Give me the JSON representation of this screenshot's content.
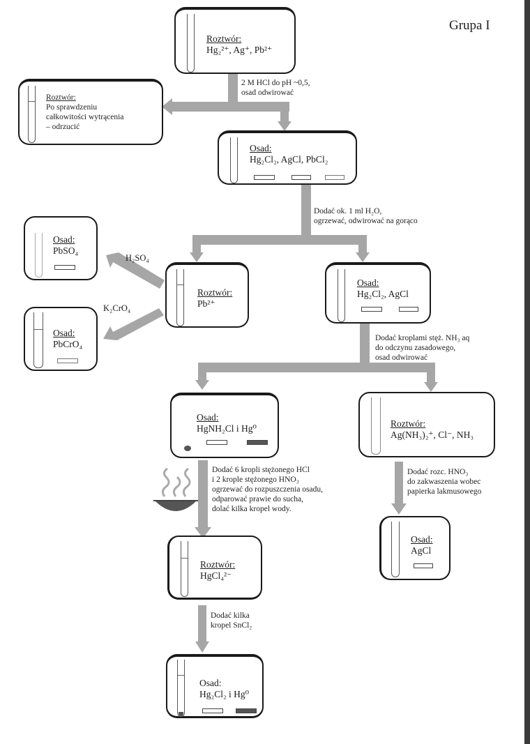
{
  "title": "Grupa I",
  "boxes": {
    "start": {
      "header": "Roztwór:",
      "content": "Hg₂²⁺, Ag⁺, Pb²⁺"
    },
    "discard": {
      "header": "Roztwór:",
      "line1": "Po sprawdzeniu",
      "line2": "całkowitości wytrącenia",
      "line3": "– odrzucić"
    },
    "precip1": {
      "header": "Osad:",
      "content": "Hg₂Cl₂, AgCl, PbCl₂"
    },
    "pbso4": {
      "header": "Osad:",
      "content": "PbSO₄"
    },
    "pbcro4": {
      "header": "Osad:",
      "content": "PbCrO₄"
    },
    "pbsol": {
      "header": "Roztwór:",
      "content": "Pb²⁺"
    },
    "precip2": {
      "header": "Osad:",
      "content": "Hg₂Cl₂, AgCl"
    },
    "hgprecip": {
      "header": "Osad:",
      "content": "HgNH₂Cl i Hg⁰"
    },
    "agsol": {
      "header": "Roztwór:",
      "content": "Ag(NH₃)₂⁺, Cl⁻, NH₃"
    },
    "agcl": {
      "header": "Osad:",
      "content": "AgCl"
    },
    "hgcl4": {
      "header": "Roztwór:",
      "content": "HgCl₄²⁻"
    },
    "final": {
      "header": "Osad:",
      "content": "Hg₂Cl₂ i Hg⁰"
    }
  },
  "steps": {
    "hcl": {
      "line1": "2 M HCl do pH ~0,5,",
      "line2": "osad odwirować"
    },
    "water": {
      "line1": "Dodać ok. 1 ml H₂O,",
      "line2": "ogrzewać, odwirować na gorąco"
    },
    "h2so4": {
      "label": "H₂SO₄"
    },
    "k2cro4": {
      "label": "K₂CrO₄"
    },
    "nh3": {
      "line1": "Dodać kroplami stęż. NH₃ aq",
      "line2": "do odczynu zasadowego,",
      "line3": "osad odwirować"
    },
    "aqua": {
      "line1": "Dodać 6 kropli stężonego HCl",
      "line2": "i 2 krople stężonego HNO₃",
      "line3": "ogrzewać do rozpuszczenia osadu,",
      "line4": "odparować prawie do sucha,",
      "line5": "dolać kilka kropel wody."
    },
    "hno3": {
      "line1": "Dodać rozc. HNO₃",
      "line2": "do zakwaszenia wobec",
      "line3": "papierka lakmusowego"
    },
    "sncl2": {
      "line1": "Dodać kilka",
      "line2": "kropel SnCl₂"
    }
  },
  "colors": {
    "arrow": "#a6a6a6",
    "border": "#1a1a1a",
    "sidebar": "#3a3a3a"
  }
}
